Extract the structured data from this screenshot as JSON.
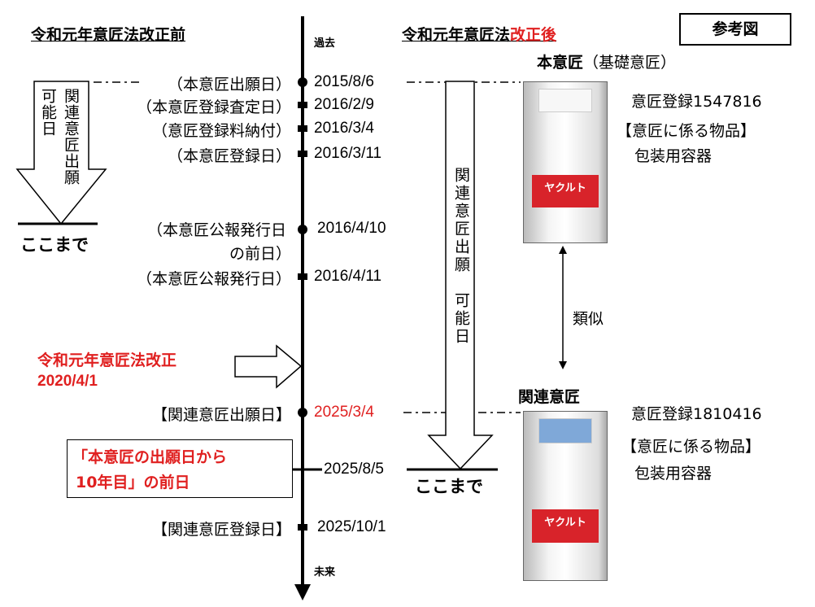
{
  "left_title": "令和元年意匠法改正前",
  "right_title": {
    "black": "令和元年意匠法",
    "red": "改正後"
  },
  "reference_box": "参考図",
  "timeline": {
    "past": "過去",
    "future": "未来"
  },
  "events": [
    {
      "label": "（本意匠出願日）",
      "date": "2015/8/6",
      "marker": "circle"
    },
    {
      "label": "（本意匠登録査定日）",
      "date": "2016/2/9",
      "marker": "square"
    },
    {
      "label": "（意匠登録料納付）",
      "date": "2016/3/4",
      "marker": "square"
    },
    {
      "label": "（本意匠登録日）",
      "date": "2016/3/11",
      "marker": "square"
    },
    {
      "label": "（本意匠公報発行日",
      "label2": "の前日）",
      "date": "2016/4/10",
      "marker": "circle"
    },
    {
      "label": "（本意匠公報発行日）",
      "date": "2016/4/11",
      "marker": "square"
    },
    {
      "label": "【関連意匠出願日】",
      "date": "2025/3/4",
      "marker": "circle"
    },
    {
      "date": "2025/8/5",
      "marker": "line"
    },
    {
      "label": "【関連意匠登録日】",
      "date": "2025/10/1",
      "marker": "square"
    }
  ],
  "reform": {
    "title": "令和元年意匠法改正",
    "date": "2020/4/1"
  },
  "deadline_box": {
    "line1": "「本意匠の出願日から",
    "line2": "10年目」の前日"
  },
  "left_arrow": {
    "col1": "関連意匠出願",
    "col2": "可能日",
    "end": "ここまで"
  },
  "right_arrow": {
    "text": "関連意匠出願　可能日",
    "end": "ここまで"
  },
  "similar": "類似",
  "base_design": {
    "title": "本意匠",
    "title_sub": "（基礎意匠）",
    "reg": "意匠登録1547816",
    "article_label": "【意匠に係る物品】",
    "article": "包装用容器",
    "bottle_text": "ヤクルト"
  },
  "related_design": {
    "title": "関連意匠",
    "reg": "意匠登録1810416",
    "article_label": "【意匠に係る物品】",
    "article": "包装用容器",
    "bottle_text": "ヤクルト"
  },
  "colors": {
    "red": "#e02020",
    "black": "#000000"
  }
}
